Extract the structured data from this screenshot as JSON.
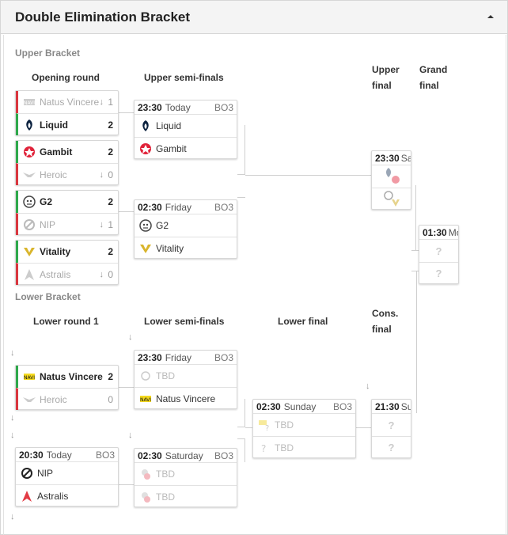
{
  "header": {
    "title": "Double Elimination Bracket",
    "toggle_icon": "caret-up-icon"
  },
  "sections": {
    "upper": "Upper Bracket",
    "lower": "Lower Bracket"
  },
  "columns": {
    "opening_round": "Opening round",
    "upper_semis": "Upper semi-finals",
    "upper_final_1": "Upper",
    "upper_final_2": "final",
    "grand_final_1": "Grand",
    "grand_final_2": "final",
    "lower_round_1": "Lower round 1",
    "lower_semis": "Lower semi-finals",
    "lower_final": "Lower final",
    "cons_final_1": "Cons.",
    "cons_final_2": "final"
  },
  "upper": {
    "r1": [
      {
        "t1": {
          "name": "Natus Vincere",
          "score": "1",
          "arrow": "↓"
        },
        "t2": {
          "name": "Liquid",
          "score": "2"
        }
      },
      {
        "t1": {
          "name": "Gambit",
          "score": "2"
        },
        "t2": {
          "name": "Heroic",
          "score": "0",
          "arrow": "↓"
        }
      },
      {
        "t1": {
          "name": "G2",
          "score": "2"
        },
        "t2": {
          "name": "NIP",
          "score": "1",
          "arrow": "↓"
        }
      },
      {
        "t1": {
          "name": "Vitality",
          "score": "2"
        },
        "t2": {
          "name": "Astralis",
          "score": "0",
          "arrow": "↓"
        }
      }
    ],
    "semi1": {
      "time": "23:30",
      "day": "Today",
      "bo": "BO3",
      "t1": "Liquid",
      "t2": "Gambit"
    },
    "semi2": {
      "time": "02:30",
      "day": "Friday",
      "bo": "BO3",
      "t1": "G2",
      "t2": "Vitality"
    },
    "final": {
      "time": "23:30",
      "day": "Sat"
    },
    "grand": {
      "time": "01:30",
      "day": "Mon",
      "q1": "?",
      "q2": "?"
    }
  },
  "lower": {
    "r1a": {
      "t1": {
        "name": "Natus Vincere",
        "score": "2"
      },
      "t2": {
        "name": "Heroic",
        "score": "0"
      }
    },
    "r1b": {
      "time": "20:30",
      "day": "Today",
      "bo": "BO3",
      "t1": "NIP",
      "t2": "Astralis"
    },
    "semi1": {
      "time": "23:30",
      "day": "Friday",
      "bo": "BO3",
      "t1": "TBD",
      "t2": "Natus Vincere"
    },
    "semi2": {
      "time": "02:30",
      "day": "Saturday",
      "bo": "BO3",
      "t1": "TBD",
      "t2": "TBD"
    },
    "final": {
      "time": "02:30",
      "day": "Sunday",
      "bo": "BO3",
      "t1": "TBD",
      "t2": "TBD"
    },
    "cons": {
      "time": "21:30",
      "day": "Sun",
      "q1": "?",
      "q2": "?"
    }
  },
  "colors": {
    "win": "#2ea84b",
    "lose": "#d9363e",
    "header_bg": "#f4f4f4"
  }
}
